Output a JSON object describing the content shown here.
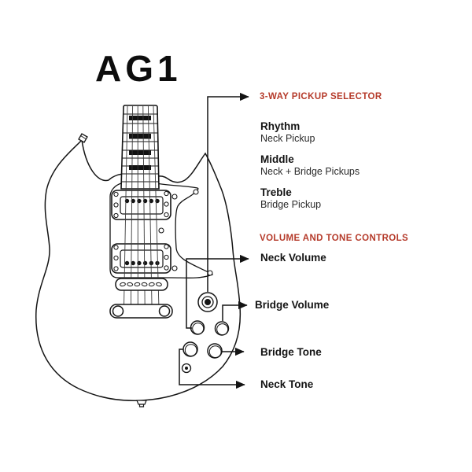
{
  "title": "AG1",
  "colors": {
    "accent_red": "#b53a2a",
    "line": "#141414"
  },
  "diagram": {
    "pickup_selector": {
      "header": "3-WAY PICKUP SELECTOR",
      "positions": [
        {
          "name": "Rhythm",
          "description": "Neck Pickup"
        },
        {
          "name": "Middle",
          "description": "Neck + Bridge Pickups"
        },
        {
          "name": "Treble",
          "description": "Bridge Pickup"
        }
      ]
    },
    "controls": {
      "header": "VOLUME AND TONE CONTROLS",
      "labels": [
        {
          "label": "Neck Volume"
        },
        {
          "label": "Bridge Volume"
        },
        {
          "label": "Bridge Tone"
        },
        {
          "label": "Neck Tone"
        }
      ]
    }
  }
}
